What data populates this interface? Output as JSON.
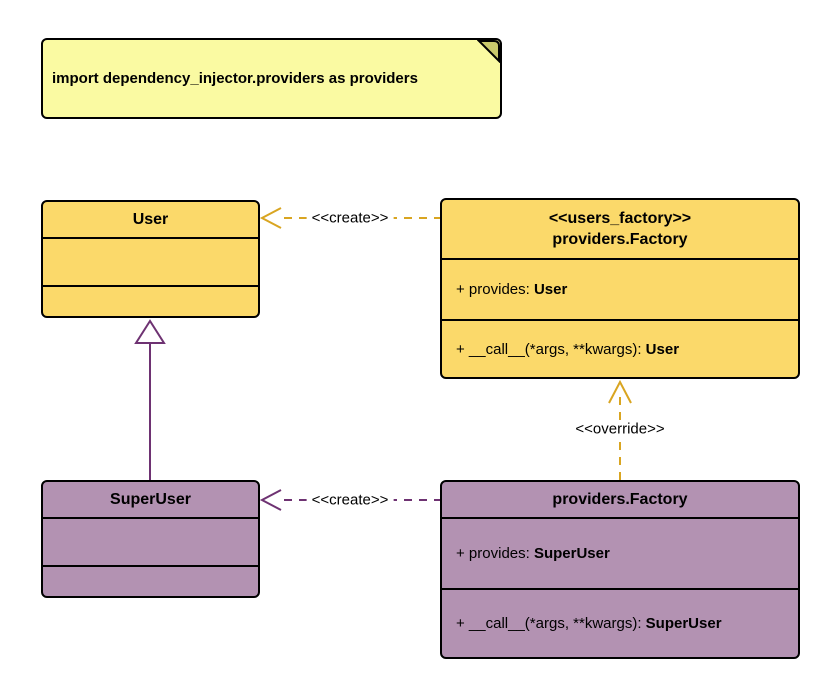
{
  "colors": {
    "gold": "#FBD96A",
    "purple": "#B392B2",
    "note-bg": "#FAFAA2",
    "note-fold": "#C9C96B",
    "amber-line": "#D9A521",
    "purple-line": "#6E3272",
    "border": "#000000",
    "text": "#000000"
  },
  "note": {
    "text": "import dependency_injector.providers as providers"
  },
  "classes": {
    "user": {
      "name": "User"
    },
    "users_factory": {
      "stereotype": "<<users_factory>>",
      "name": "providers.Factory",
      "attribute": {
        "label": "+ provides: ",
        "type": "User"
      },
      "method": {
        "label": "+ __call__(*args, **kwargs): ",
        "type": "User"
      }
    },
    "superuser": {
      "name": "SuperUser"
    },
    "superuser_factory": {
      "name": "providers.Factory",
      "attribute": {
        "label": "+ provides: ",
        "type": "SuperUser"
      },
      "method": {
        "label": "+ __call__(*args, **kwargs): ",
        "type": "SuperUser"
      }
    }
  },
  "edges": {
    "create_user": {
      "label": "<<create>>"
    },
    "create_superuser": {
      "label": "<<create>>"
    },
    "override": {
      "label": "<<override>>"
    }
  }
}
